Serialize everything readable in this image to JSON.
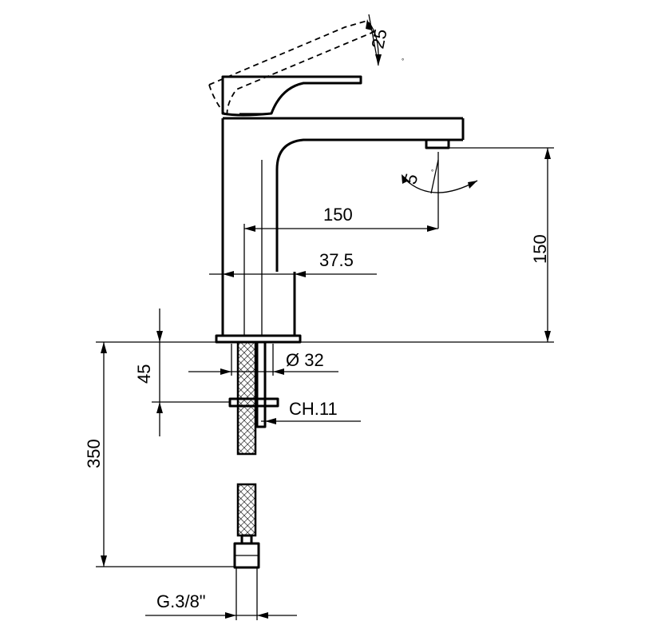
{
  "colors": {
    "ink": "#000000",
    "paper": "#ffffff"
  },
  "dimensions": {
    "lever_angle": "25",
    "aerator_angle": "5",
    "deg_mark": "°",
    "spout_reach": "150",
    "body_width": "37.5",
    "spout_height": "150",
    "shank_length": "45",
    "hole_diameter": "Ø 32",
    "nut_size": "CH.11",
    "hose_length": "350",
    "connection": "G.3/8\""
  }
}
